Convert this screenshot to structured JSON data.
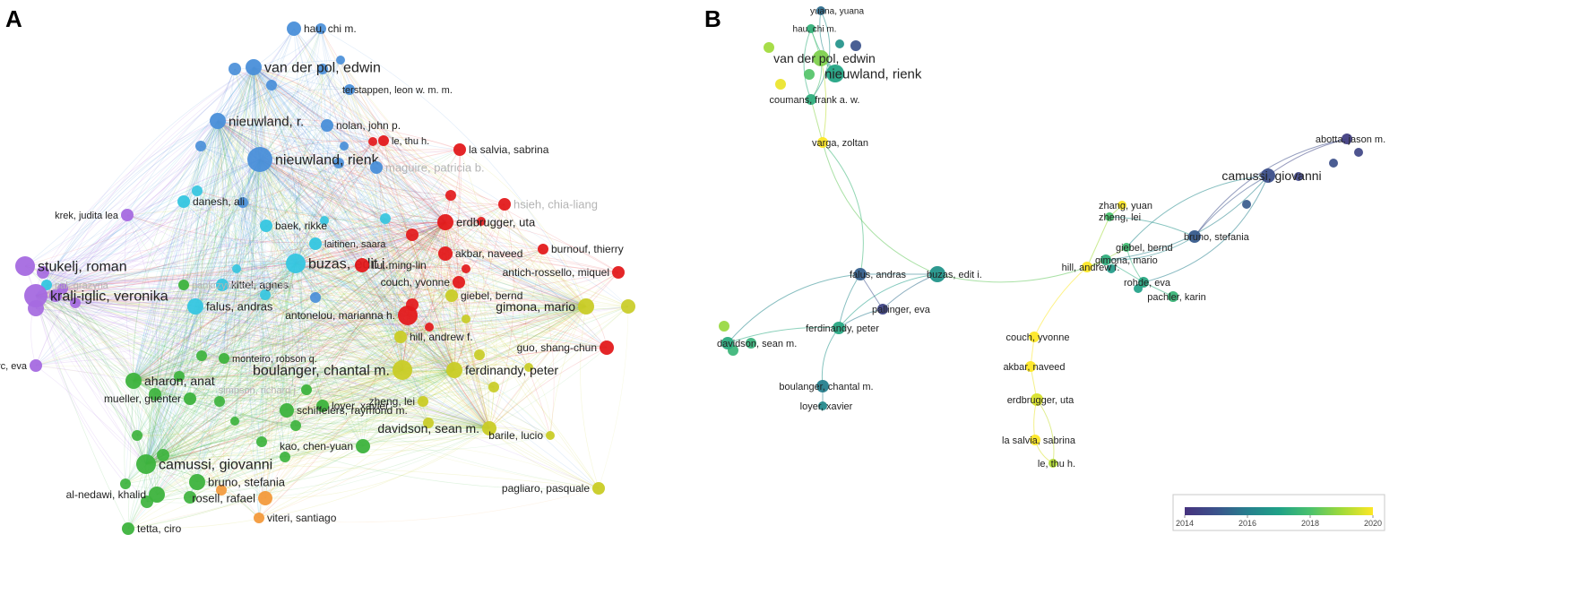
{
  "panels": [
    {
      "letter": "A",
      "clusters": {
        "red": "#e31a1c",
        "blue": "#4a8fd9",
        "cyan": "#35c6e0",
        "purple": "#a56ae0",
        "green": "#3db33d",
        "yellow": "#c9cc26",
        "orange": "#f39a3c"
      },
      "nodes": [
        {
          "id": "a_hau",
          "label": "hau, chi m.",
          "c": "blue"
        },
        {
          "id": "a_vdp",
          "label": "van der pol, edwin",
          "c": "blue"
        },
        {
          "id": "a_ters",
          "label": "terstappen, leon w. m. m.",
          "c": "blue"
        },
        {
          "id": "a_nolan",
          "label": "nolan, john p.",
          "c": "blue"
        },
        {
          "id": "a_nieur",
          "label": "nieuwland, r.",
          "c": "blue"
        },
        {
          "id": "a_nieurk",
          "label": "nieuwland, rienk",
          "c": "blue"
        },
        {
          "id": "a_maguire",
          "label": "maguire, patricia b.",
          "c": "blue",
          "faded": true
        },
        {
          "id": "a_danesh",
          "label": "danesh, ali",
          "c": "cyan"
        },
        {
          "id": "a_baek",
          "label": "baek, rikke",
          "c": "cyan"
        },
        {
          "id": "a_laitinen",
          "label": "laitinen, saara",
          "c": "cyan"
        },
        {
          "id": "a_buzas",
          "label": "buzas, edit i.",
          "c": "cyan"
        },
        {
          "id": "a_kittel",
          "label": "kittel, agnes",
          "c": "cyan"
        },
        {
          "id": "a_falus",
          "label": "falus, andras",
          "c": "cyan"
        },
        {
          "id": "a_pal",
          "label": "pal. grazyna",
          "c": "cyan",
          "faded": true
        },
        {
          "id": "a_krek",
          "label": "krek, judita lea",
          "c": "purple"
        },
        {
          "id": "a_stukelj",
          "label": "stukelj, roman",
          "c": "purple"
        },
        {
          "id": "a_kralj",
          "label": "kralj-iglic, veronika",
          "c": "purple"
        },
        {
          "id": "a_ogorevc",
          "label": "ogorevc, eva",
          "c": "purple"
        },
        {
          "id": "a_le",
          "label": "le, thu h.",
          "c": "red"
        },
        {
          "id": "a_lasalvia",
          "label": "la salvia, sabrina",
          "c": "red"
        },
        {
          "id": "a_hsieh",
          "label": "hsieh, chia-liang",
          "c": "red",
          "faded": true
        },
        {
          "id": "a_erd",
          "label": "erdbrugger, uta",
          "c": "red"
        },
        {
          "id": "a_burnouf",
          "label": "burnouf, thierry",
          "c": "red"
        },
        {
          "id": "a_akbar",
          "label": "akbar, naveed",
          "c": "red"
        },
        {
          "id": "a_liu",
          "label": "liu, ming-lin",
          "c": "red"
        },
        {
          "id": "a_antich",
          "label": "antich-rossello, miquel",
          "c": "red"
        },
        {
          "id": "a_couch",
          "label": "couch, yvonne",
          "c": "red"
        },
        {
          "id": "a_antonelou",
          "label": "antonelou, marianna h.",
          "c": "red"
        },
        {
          "id": "a_guo",
          "label": "guo, shang-chun",
          "c": "red"
        },
        {
          "id": "a_giebel",
          "label": "giebel, bernd",
          "c": "yellow"
        },
        {
          "id": "a_gimona",
          "label": "gimona, mario",
          "c": "yellow"
        },
        {
          "id": "a_hill",
          "label": "hill, andrew f.",
          "c": "yellow"
        },
        {
          "id": "a_boulanger",
          "label": "boulanger, chantal m.",
          "c": "yellow"
        },
        {
          "id": "a_ferd",
          "label": "ferdinandy, peter",
          "c": "yellow"
        },
        {
          "id": "a_zheng",
          "label": "zheng, lei",
          "c": "yellow"
        },
        {
          "id": "a_davidson",
          "label": "davidson, sean m.",
          "c": "yellow"
        },
        {
          "id": "a_barile",
          "label": "barile, lucio",
          "c": "yellow"
        },
        {
          "id": "a_pagliaro",
          "label": "pagliaro, pasquale",
          "c": "yellow"
        },
        {
          "id": "a_pankr",
          "label": "pankrzywinska, monika",
          "c": "green",
          "faded": true
        },
        {
          "id": "a_monteiro",
          "label": "monteiro, robson q.",
          "c": "green"
        },
        {
          "id": "a_aharon",
          "label": "aharon, anat",
          "c": "green"
        },
        {
          "id": "a_simpson",
          "label": "simpson, richard j.",
          "c": "green",
          "faded": true
        },
        {
          "id": "a_mueller",
          "label": "mueller, guenter",
          "c": "green"
        },
        {
          "id": "a_loyer",
          "label": "loyer, xavier",
          "c": "green"
        },
        {
          "id": "a_schif",
          "label": "schiffelers, raymond m.",
          "c": "green"
        },
        {
          "id": "a_kao",
          "label": "kao, chen-yuan",
          "c": "green"
        },
        {
          "id": "a_camussi",
          "label": "camussi, giovanni",
          "c": "green"
        },
        {
          "id": "a_bruno",
          "label": "bruno, stefania",
          "c": "green"
        },
        {
          "id": "a_alnedawi",
          "label": "al-nedawi, khalid",
          "c": "green"
        },
        {
          "id": "a_rosell",
          "label": "rosell, rafael",
          "c": "orange"
        },
        {
          "id": "a_viteri",
          "label": "viteri, santiago",
          "c": "orange"
        },
        {
          "id": "a_tetta",
          "label": "tetta, ciro",
          "c": "green"
        }
      ]
    },
    {
      "letter": "B",
      "nodes": [
        {
          "id": "b_yuana",
          "label": "yuana, yuana",
          "year": 2015.6
        },
        {
          "id": "b_hau",
          "label": "hau, chi m.",
          "year": 2017.5
        },
        {
          "id": "b_vdp",
          "label": "van der pol, edwin",
          "year": 2018.6
        },
        {
          "id": "b_nieurk",
          "label": "nieuwland, rienk",
          "year": 2017.1
        },
        {
          "id": "b_coumans",
          "label": "coumans, frank a. w.",
          "year": 2017.4
        },
        {
          "id": "b_varga",
          "label": "varga, zoltan",
          "year": 2020
        },
        {
          "id": "b_abbott",
          "label": "abotta, jason m.",
          "year": 2014.4
        },
        {
          "id": "b_camussi",
          "label": "camussi, giovanni",
          "year": 2014.9
        },
        {
          "id": "b_zhang",
          "label": "zhang, yuan",
          "year": 2020
        },
        {
          "id": "b_bruno",
          "label": "bruno, stefania",
          "year": 2015.2
        },
        {
          "id": "b_zhengl",
          "label": "zheng, lei",
          "year": 2018.0
        },
        {
          "id": "b_giebel",
          "label": "giebel, bernd",
          "year": 2017.8
        },
        {
          "id": "b_gimona",
          "label": "gimona, mario",
          "year": 2017.4
        },
        {
          "id": "b_hill",
          "label": "hill, andrew f.",
          "year": 2020
        },
        {
          "id": "b_rohde",
          "label": "rohde, eva",
          "year": 2017.2
        },
        {
          "id": "b_pachler",
          "label": "pachler, karin",
          "year": 2017.6
        },
        {
          "id": "b_buzas",
          "label": "buzas, edit i.",
          "year": 2016.6
        },
        {
          "id": "b_falus",
          "label": "falus, andras",
          "year": 2015.3
        },
        {
          "id": "b_pallinger",
          "label": "pallinger, eva",
          "year": 2014.6
        },
        {
          "id": "b_ferd",
          "label": "ferdinandy, peter",
          "year": 2017.2
        },
        {
          "id": "b_davidson",
          "label": "davidson, sean m.",
          "year": 2017.3
        },
        {
          "id": "b_boulanger",
          "label": "boulanger, chantal m.",
          "year": 2016.0
        },
        {
          "id": "b_loyer",
          "label": "loyer, xavier",
          "year": 2016.3
        },
        {
          "id": "b_couch",
          "label": "couch, yvonne",
          "year": 2020
        },
        {
          "id": "b_akbar",
          "label": "akbar, naveed",
          "year": 2020
        },
        {
          "id": "b_erd",
          "label": "erdbrugger, uta",
          "year": 2019.6
        },
        {
          "id": "b_lasalvia",
          "label": "la salvia, sabrina",
          "year": 2020
        },
        {
          "id": "b_le",
          "label": "le, thu h.",
          "year": 2019.2
        }
      ],
      "legend": {
        "ticks": [
          "2014",
          "2016",
          "2018",
          "2020"
        ],
        "min": 2014,
        "max": 2020,
        "colors": [
          "#46327e",
          "#3b528b",
          "#277f8e",
          "#1fa187",
          "#4ac16d",
          "#a0da39",
          "#fde725"
        ]
      }
    }
  ]
}
